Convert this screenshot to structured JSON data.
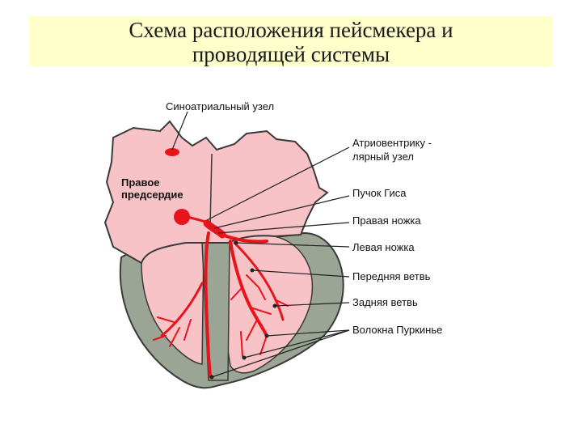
{
  "title": {
    "line1": "Схема расположения пейсмекера и",
    "line2": "проводящей системы"
  },
  "labels": {
    "sa_node": "Синоатриальный узел",
    "av_node_line1": "Атриовентрику -",
    "av_node_line2": "лярный  узел",
    "his_bundle": "Пучок Гиса",
    "right_branch": "Правая ножка",
    "left_branch": "Левая ножка",
    "anterior_branch": "Передняя ветвь",
    "posterior_branch": "Задняя ветвь",
    "purkinje_fibers": "Волокна Пуркинье",
    "right_atrium_line1": "Правое",
    "right_atrium_line2": "предсердие"
  },
  "colors": {
    "atria": "#f7c3c6",
    "ventricles": "#9ba596",
    "conduction": "#e8141c",
    "banner": "#ffffcc"
  }
}
